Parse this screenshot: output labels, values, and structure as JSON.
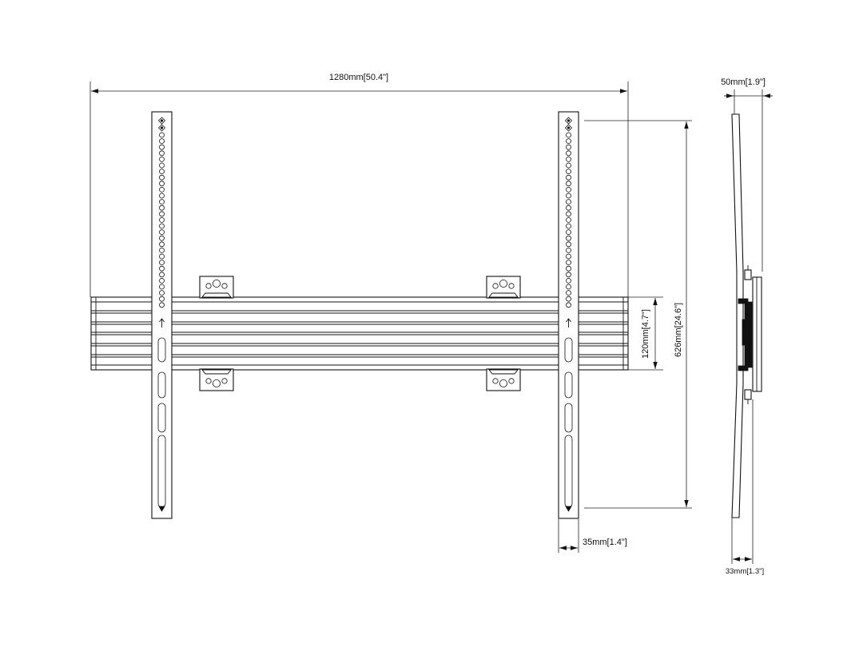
{
  "dimensions": {
    "overall_width": "1280mm[50.4\"]",
    "overall_height": "626mm[24.6\"]",
    "rail_height": "120mm[4.7\"]",
    "arm_width": "35mm[1.4\"]",
    "side_depth_max": "50mm[1.9\"]",
    "side_depth_min": "33mm[1.3\"]"
  },
  "colors": {
    "line": "#111111",
    "background": "#ffffff"
  }
}
